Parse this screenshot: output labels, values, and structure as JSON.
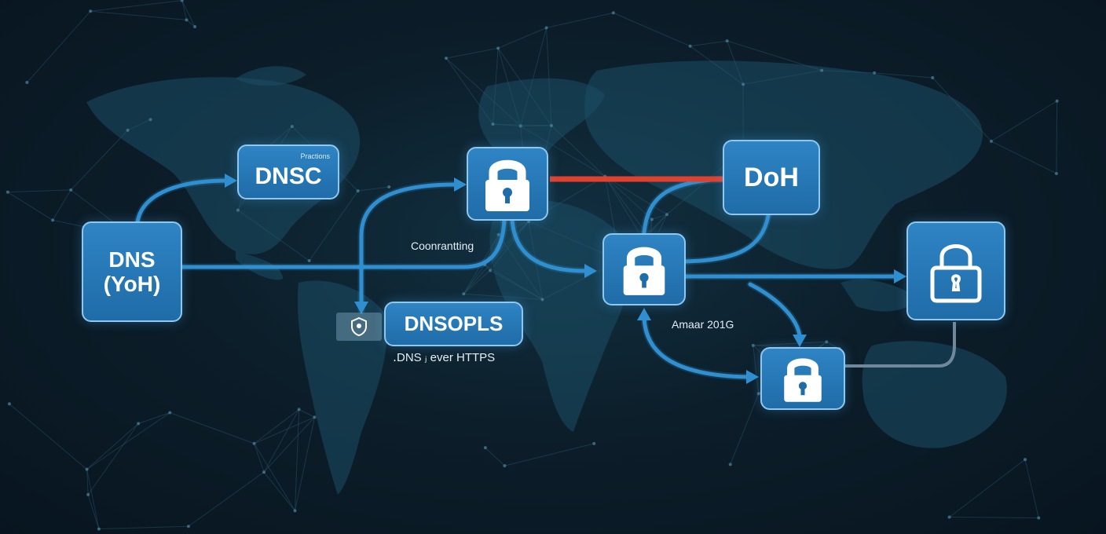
{
  "nodes": {
    "dns_yoh": {
      "line1": "DNS",
      "line2": "(YoH)"
    },
    "dnsc": {
      "caption": "Practions",
      "label": "DNSC"
    },
    "doh": {
      "label": "DoH"
    },
    "dnsopls": {
      "label": "DNSOPLS"
    }
  },
  "annotations": {
    "coordinating": "Coonrantting",
    "amaar": "Amaar 201G",
    "dns_over_https": "․DNS ⱼ ever HTTPS"
  },
  "icons": {
    "lock_top": "padlock-icon",
    "lock_center": "padlock-icon",
    "lock_bottom": "padlock-icon",
    "lock_right": "padlock-outline-icon",
    "server": "server-shield-icon"
  },
  "colors": {
    "background": "#0c1e2a",
    "node_fill": "#2679b8",
    "node_border": "#8fc8ee",
    "flow": "#2f8fd0",
    "alert_link": "#e0402e",
    "muted_link": "#6f889c"
  }
}
